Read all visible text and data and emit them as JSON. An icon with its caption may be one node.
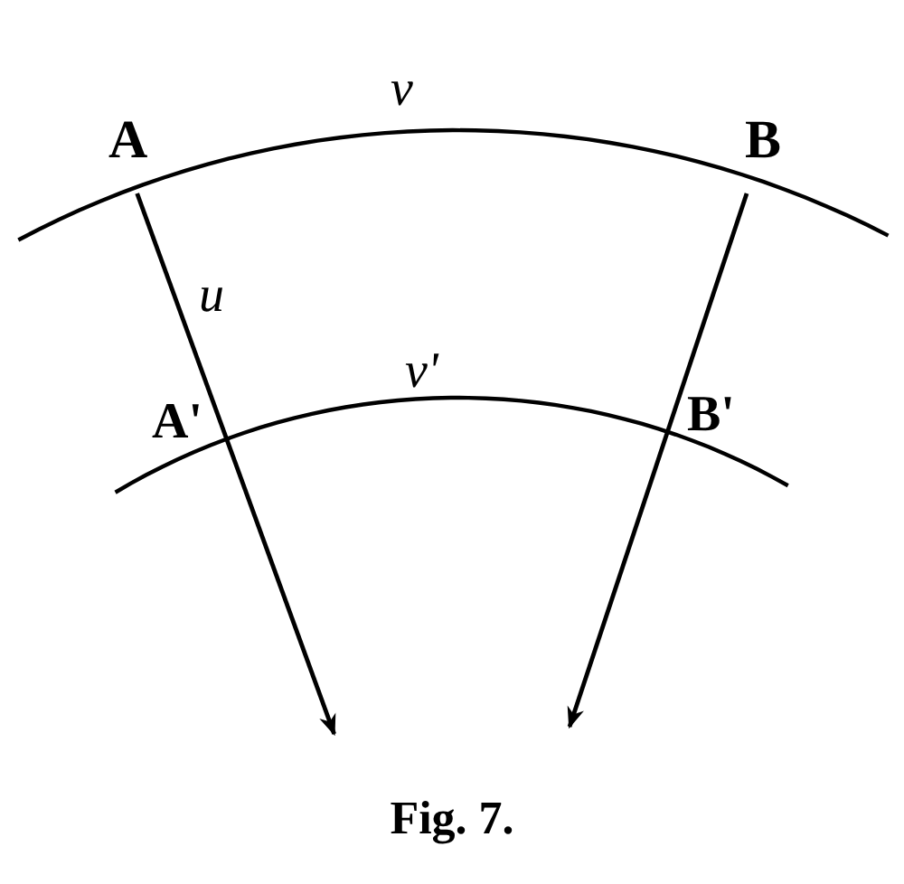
{
  "diagram": {
    "caption": "Fig. 7.",
    "nodes": [
      {
        "text": [
          "A"
        ]
      },
      {
        "text": [
          "B"
        ]
      }
    ],
    "edges": [
      {
        "from": 0,
        "to": null,
        "arrow": "to",
        "label": "u"
      },
      {
        "from": 1,
        "to": null,
        "arrow": "to"
      }
    ],
    "labels": [
      "v",
      "A'",
      "v'",
      "B'"
    ]
  }
}
